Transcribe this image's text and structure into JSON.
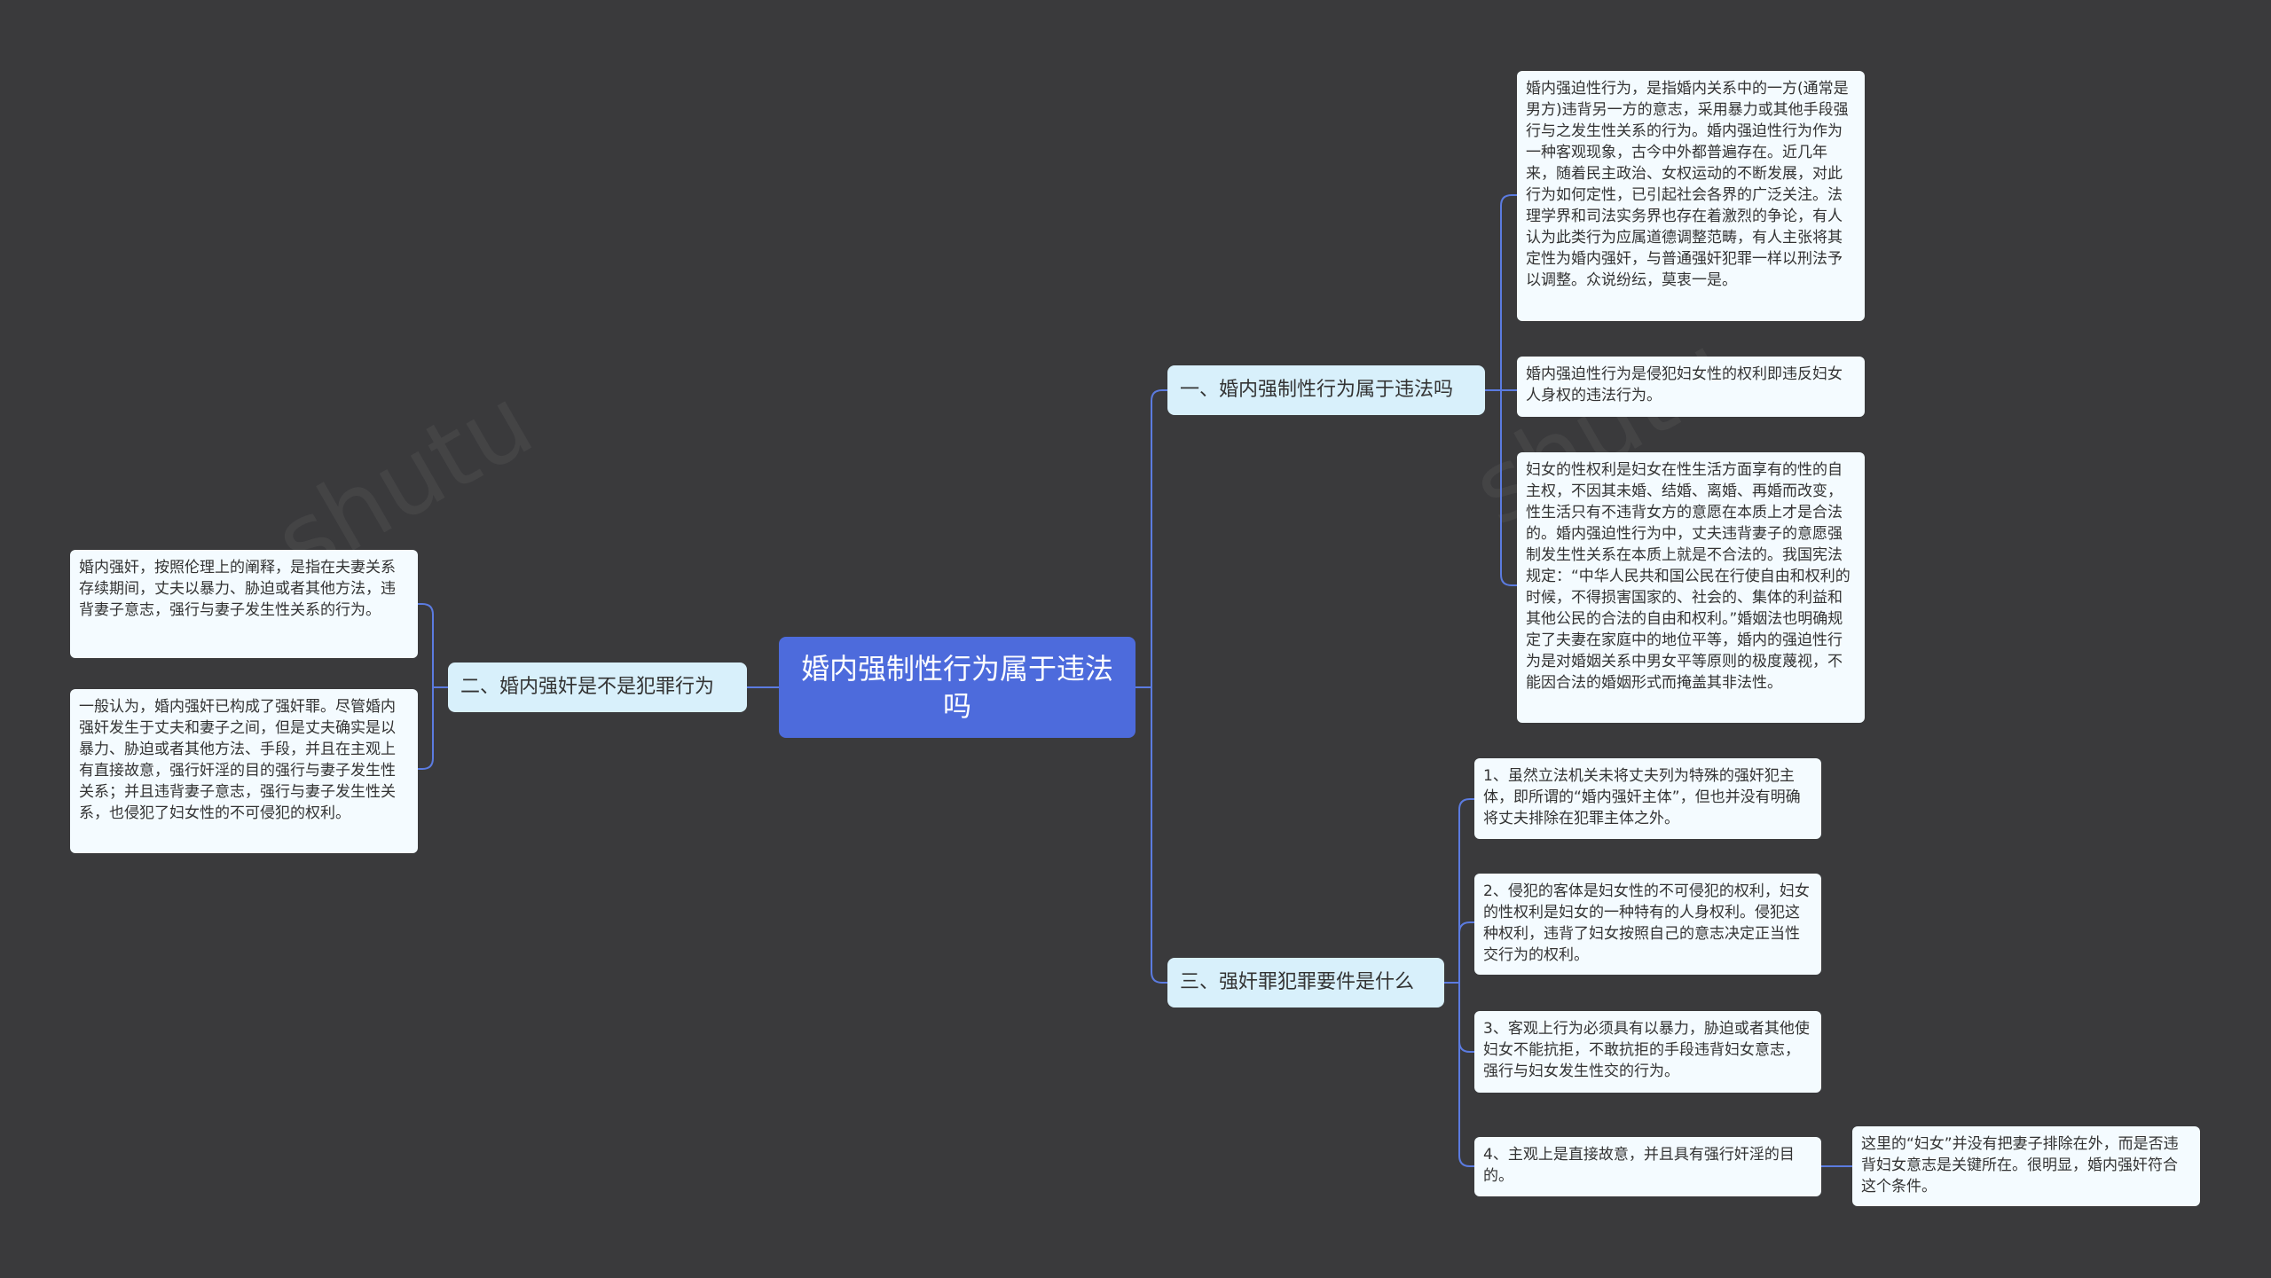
{
  "root": {
    "label": "婚内强制性行为属于违法吗"
  },
  "branches": [
    {
      "label": "一、婚内强制性行为属于违法吗"
    },
    {
      "label": "二、婚内强奸是不是犯罪行为"
    },
    {
      "label": "三、强奸罪犯罪要件是什么"
    }
  ],
  "leaves": {
    "b1_1": "婚内强迫性行为，是指婚内关系中的一方(通常是男方)违背另一方的意志，采用暴力或其他手段强行与之发生性关系的行为。婚内强迫性行为作为一种客观现象，古今中外都普遍存在。近几年来，随着民主政治、女权运动的不断发展，对此行为如何定性，已引起社会各界的广泛关注。法理学界和司法实务界也存在着激烈的争论，有人认为此类行为应属道德调整范畴，有人主张将其定性为婚内强奸，与普通强奸犯罪一样以刑法予以调整。众说纷纭，莫衷一是。",
    "b1_2": "婚内强迫性行为是侵犯妇女性的权利即违反妇女人身权的违法行为。",
    "b1_3": "妇女的性权利是妇女在性生活方面享有的性的自主权，不因其未婚、结婚、离婚、再婚而改变，性生活只有不违背女方的意愿在本质上才是合法的。婚内强迫性行为中，丈夫违背妻子的意愿强制发生性关系在本质上就是不合法的。我国宪法规定：“中华人民共和国公民在行使自由和权利的时候，不得损害国家的、社会的、集体的利益和其他公民的合法的自由和权利。”婚姻法也明确规定了夫妻在家庭中的地位平等，婚内的强迫性行为是对婚姻关系中男女平等原则的极度蔑视，不能因合法的婚姻形式而掩盖其非法性。",
    "b2_1": "婚内强奸，按照伦理上的阐释，是指在夫妻关系存续期间，丈夫以暴力、胁迫或者其他方法，违背妻子意志，强行与妻子发生性关系的行为。",
    "b2_2": "一般认为，婚内强奸已构成了强奸罪。尽管婚内强奸发生于丈夫和妻子之间，但是丈夫确实是以暴力、胁迫或者其他方法、手段，并且在主观上有直接故意，强行奸淫的目的强行与妻子发生性关系；并且违背妻子意志，强行与妻子发生性关系，也侵犯了妇女性的不可侵犯的权利。",
    "b3_1": "1、虽然立法机关未将丈夫列为特殊的强奸犯主体，即所谓的“婚内强奸主体”，但也并没有明确将丈夫排除在犯罪主体之外。",
    "b3_2": "2、侵犯的客体是妇女性的不可侵犯的权利，妇女的性权利是妇女的一种特有的人身权利。侵犯这种权利，违背了妇女按照自己的意志决定正当性交行为的权利。",
    "b3_3": "3、客观上行为必须具有以暴力，胁迫或者其他使妇女不能抗拒，不敢抗拒的手段违背妇女意志，强行与妇女发生性交的行为。",
    "b3_4": "4、主观上是直接故意，并且具有强行奸淫的目的。",
    "b3_4_1": "这里的“妇女”并没有把妻子排除在外，而是否违背妇女意志是关键所在。很明显，婚内强奸符合这个条件。"
  },
  "colors": {
    "background": "#3a3a3c",
    "root": "#4d6bdc",
    "branch": "#d8f0fb",
    "leaf": "#f4fbff",
    "link": "#5b7be0"
  }
}
